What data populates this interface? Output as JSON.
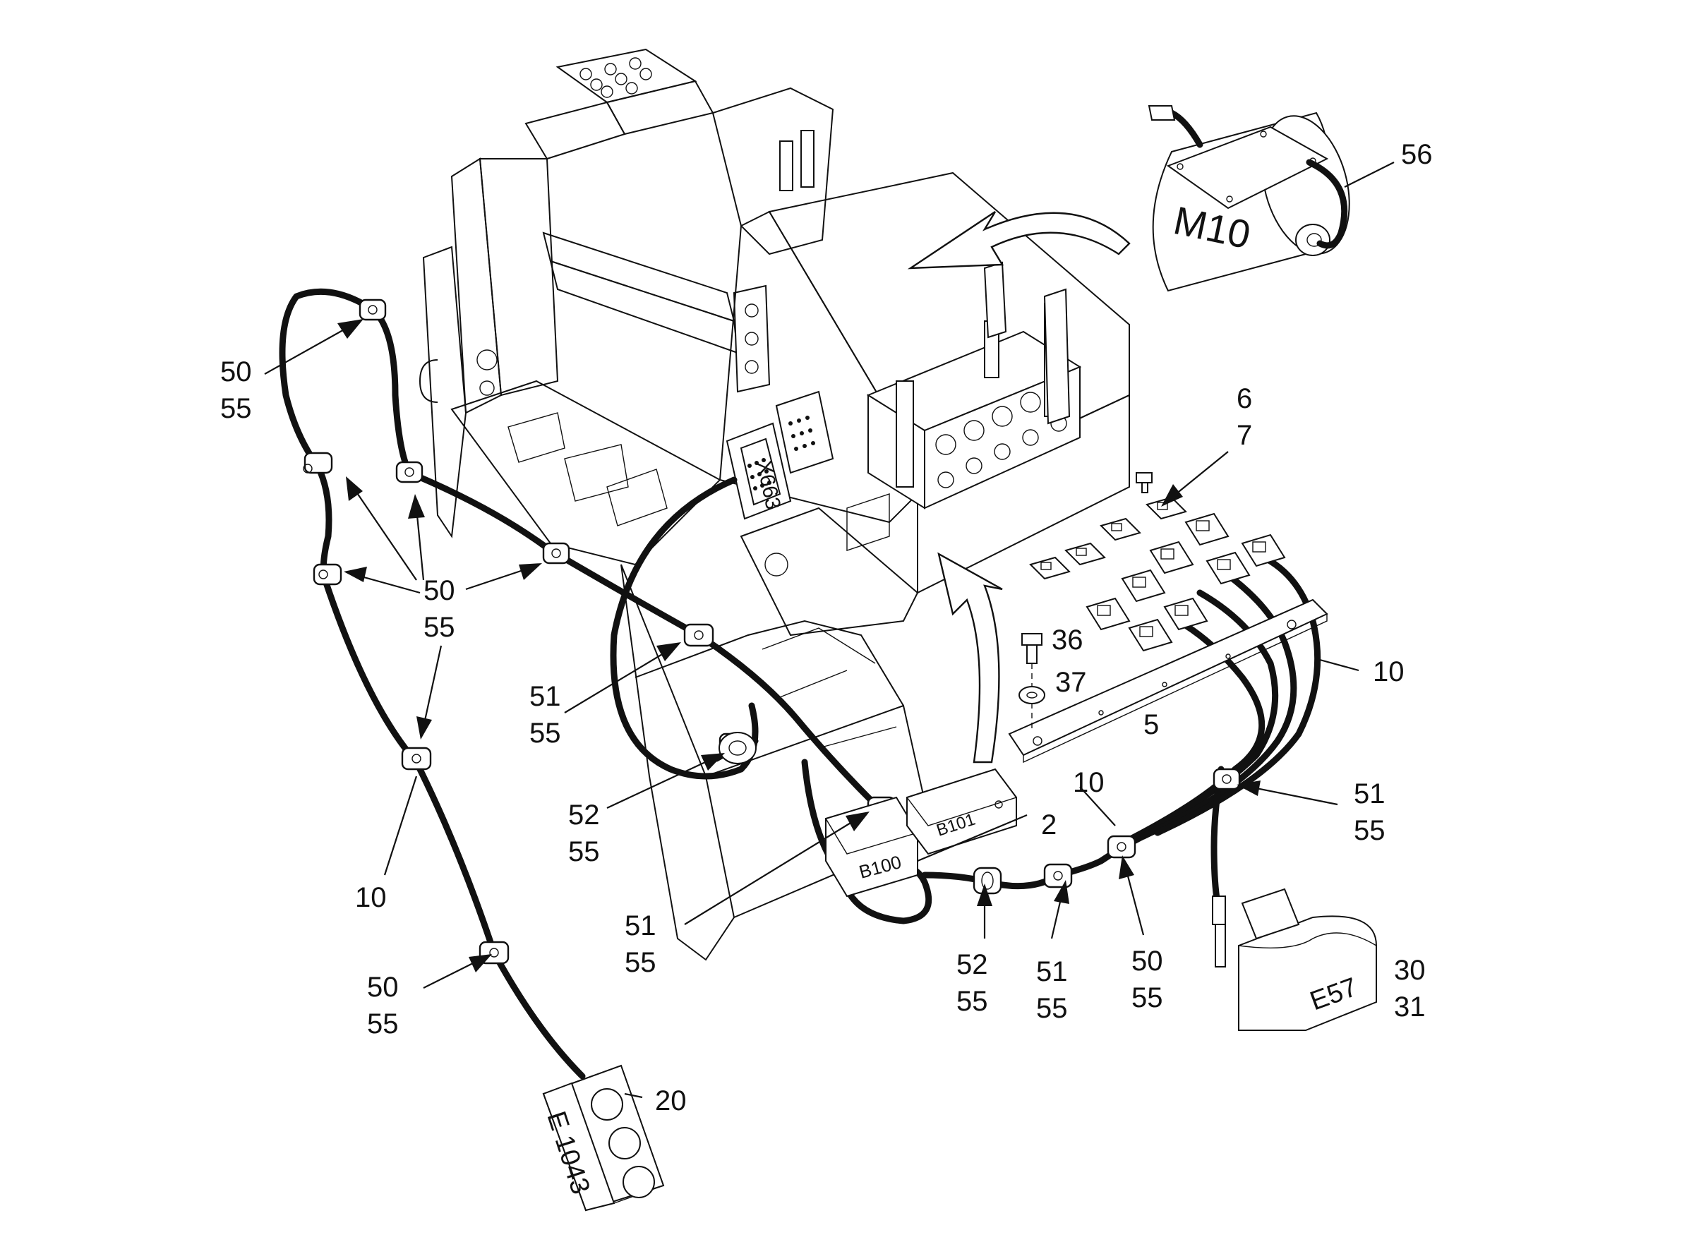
{
  "callouts": [
    {
      "id": "c-50-55-a",
      "lines": [
        "50",
        "55"
      ]
    },
    {
      "id": "c-50-55-b",
      "lines": [
        "50",
        "55"
      ]
    },
    {
      "id": "c-51-55-a",
      "lines": [
        "51",
        "55"
      ]
    },
    {
      "id": "c-52-55-a",
      "lines": [
        "52",
        "55"
      ]
    },
    {
      "id": "c-10-a",
      "lines": [
        "10"
      ]
    },
    {
      "id": "c-50-55-c",
      "lines": [
        "50",
        "55"
      ]
    },
    {
      "id": "c-51-55-b",
      "lines": [
        "51",
        "55"
      ]
    },
    {
      "id": "c-52-55-b",
      "lines": [
        "52",
        "55"
      ]
    },
    {
      "id": "c-51-55-c",
      "lines": [
        "51",
        "55"
      ]
    },
    {
      "id": "c-50-55-d",
      "lines": [
        "50",
        "55"
      ]
    },
    {
      "id": "c-20",
      "lines": [
        "20"
      ]
    },
    {
      "id": "c-2",
      "lines": [
        "2"
      ]
    },
    {
      "id": "c-10-b",
      "lines": [
        "10"
      ]
    },
    {
      "id": "c-51-55-d",
      "lines": [
        "51",
        "55"
      ]
    },
    {
      "id": "c-30-31",
      "lines": [
        "30",
        "31"
      ]
    },
    {
      "id": "c-5",
      "lines": [
        "5"
      ]
    },
    {
      "id": "c-36",
      "lines": [
        "36"
      ]
    },
    {
      "id": "c-37",
      "lines": [
        "37"
      ]
    },
    {
      "id": "c-10-c",
      "lines": [
        "10"
      ]
    },
    {
      "id": "c-6-7",
      "lines": [
        "6",
        "7"
      ]
    },
    {
      "id": "c-56",
      "lines": [
        "56"
      ]
    }
  ],
  "components": {
    "m10": "M10",
    "x663": "X663",
    "b100": "B100",
    "b101": "B101",
    "e57": "E57",
    "e1043": "E 1043"
  }
}
